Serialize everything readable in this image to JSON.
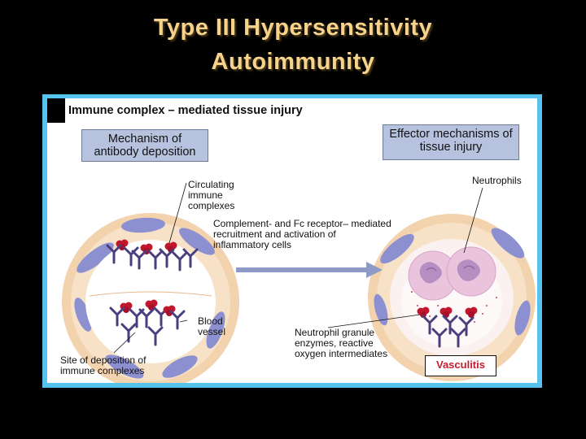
{
  "slide": {
    "title_line1": "Type III Hypersensitivity",
    "title_line2": "Autoimmunity"
  },
  "figure": {
    "title": "Immune complex – mediated tissue injury",
    "left_box": "Mechanism of antibody deposition",
    "right_box": "Effector mechanisms of tissue injury",
    "labels": {
      "circulating": "Circulating immune complexes",
      "complement": "Complement- and Fc receptor– mediated recruitment and activation of inflammatory cells",
      "blood_vessel": "Blood vessel",
      "site": "Site of deposition of immune complexes",
      "neutrophils": "Neutrophils",
      "granule": "Neutrophil granule enzymes, reactive oxygen intermediates",
      "vasculitis": "Vasculitis"
    }
  },
  "colors": {
    "title": "#f6d28a",
    "frame": "#55c3ee",
    "label_box": "#b7c2de",
    "vessel_wall": "#f5dcbb",
    "endothelial_cell": "#8c8fd0",
    "immune_complex_antigen": "#c0172d",
    "antibody": "#4a3f7e",
    "neutrophil": "#eac3dc",
    "vasculitis_text": "#c61c2f"
  }
}
